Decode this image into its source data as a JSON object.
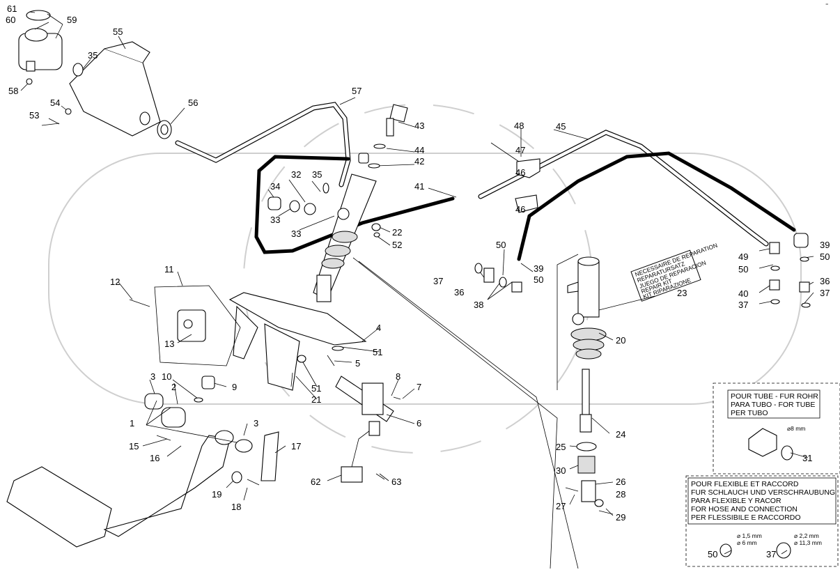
{
  "diagram": {
    "labels": [
      {
        "id": "61",
        "text": "61"
      },
      {
        "id": "60",
        "text": "60"
      },
      {
        "id": "59",
        "text": "59"
      },
      {
        "id": "55",
        "text": "55"
      },
      {
        "id": "35a",
        "text": "35"
      },
      {
        "id": "58",
        "text": "58"
      },
      {
        "id": "54",
        "text": "54"
      },
      {
        "id": "53",
        "text": "53"
      },
      {
        "id": "56",
        "text": "56"
      },
      {
        "id": "57",
        "text": "57"
      },
      {
        "id": "43",
        "text": "43"
      },
      {
        "id": "44",
        "text": "44"
      },
      {
        "id": "42",
        "text": "42"
      },
      {
        "id": "48",
        "text": "48"
      },
      {
        "id": "45",
        "text": "45"
      },
      {
        "id": "47",
        "text": "47"
      },
      {
        "id": "46a",
        "text": "46"
      },
      {
        "id": "46b",
        "text": "46"
      },
      {
        "id": "41",
        "text": "41"
      },
      {
        "id": "34",
        "text": "34"
      },
      {
        "id": "32",
        "text": "32"
      },
      {
        "id": "35b",
        "text": "35"
      },
      {
        "id": "33a",
        "text": "33"
      },
      {
        "id": "33b",
        "text": "33"
      },
      {
        "id": "22",
        "text": "22"
      },
      {
        "id": "52",
        "text": "52"
      },
      {
        "id": "50a",
        "text": "50"
      },
      {
        "id": "39a",
        "text": "39"
      },
      {
        "id": "50b",
        "text": "50"
      },
      {
        "id": "37a",
        "text": "37"
      },
      {
        "id": "36a",
        "text": "36"
      },
      {
        "id": "38",
        "text": "38"
      },
      {
        "id": "39b",
        "text": "39"
      },
      {
        "id": "49",
        "text": "49"
      },
      {
        "id": "50c",
        "text": "50"
      },
      {
        "id": "50d",
        "text": "50"
      },
      {
        "id": "40",
        "text": "40"
      },
      {
        "id": "37b",
        "text": "37"
      },
      {
        "id": "36b",
        "text": "36"
      },
      {
        "id": "37c",
        "text": "37"
      },
      {
        "id": "23",
        "text": "23"
      },
      {
        "id": "20",
        "text": "20"
      },
      {
        "id": "12",
        "text": "12"
      },
      {
        "id": "11",
        "text": "11"
      },
      {
        "id": "13",
        "text": "13"
      },
      {
        "id": "4",
        "text": "4"
      },
      {
        "id": "51a",
        "text": "51"
      },
      {
        "id": "5",
        "text": "5"
      },
      {
        "id": "51b",
        "text": "51"
      },
      {
        "id": "21",
        "text": "21"
      },
      {
        "id": "3a",
        "text": "3"
      },
      {
        "id": "10",
        "text": "10"
      },
      {
        "id": "2",
        "text": "2"
      },
      {
        "id": "9",
        "text": "9"
      },
      {
        "id": "8",
        "text": "8"
      },
      {
        "id": "7",
        "text": "7"
      },
      {
        "id": "1",
        "text": "1"
      },
      {
        "id": "6",
        "text": "6"
      },
      {
        "id": "3b",
        "text": "3"
      },
      {
        "id": "15",
        "text": "15"
      },
      {
        "id": "16",
        "text": "16"
      },
      {
        "id": "17",
        "text": "17"
      },
      {
        "id": "24",
        "text": "24"
      },
      {
        "id": "25",
        "text": "25"
      },
      {
        "id": "30",
        "text": "30"
      },
      {
        "id": "62",
        "text": "62"
      },
      {
        "id": "63",
        "text": "63"
      },
      {
        "id": "19",
        "text": "19"
      },
      {
        "id": "18",
        "text": "18"
      },
      {
        "id": "26",
        "text": "26"
      },
      {
        "id": "27",
        "text": "27"
      },
      {
        "id": "28",
        "text": "28"
      },
      {
        "id": "29",
        "text": "29"
      },
      {
        "id": "31",
        "text": "31"
      },
      {
        "id": "50e",
        "text": "50"
      },
      {
        "id": "37d",
        "text": "37"
      }
    ],
    "tube_box": {
      "lines": [
        "POUR TUBE - FUR ROHR",
        "PARA TUBO - FOR TUBE",
        "PER TUBO"
      ],
      "dim": "⌀8 mm"
    },
    "hose_box": {
      "lines": [
        "POUR FLEXIBLE ET RACCORD",
        "FUR SCHLAUCH UND VERSCHRAUBUNG",
        "PARA FLEXIBLE Y RACOR",
        "FOR HOSE AND CONNECTION",
        "PER FLESSIBILE E RACCORDO"
      ],
      "dim_small_a": "⌀ 1,5 mm",
      "dim_small_b": "⌀ 6 mm",
      "dim_large_a": "⌀ 2,2 mm",
      "dim_large_b": "⌀ 11,3 mm"
    },
    "repair_label": {
      "lines": [
        "NECESSAIRE DE REPARATION",
        "REPARATURSATZ",
        "JUEGO DE REPARACION",
        "REPAIR KIT",
        "KIT RIPARAZIONE"
      ]
    }
  }
}
